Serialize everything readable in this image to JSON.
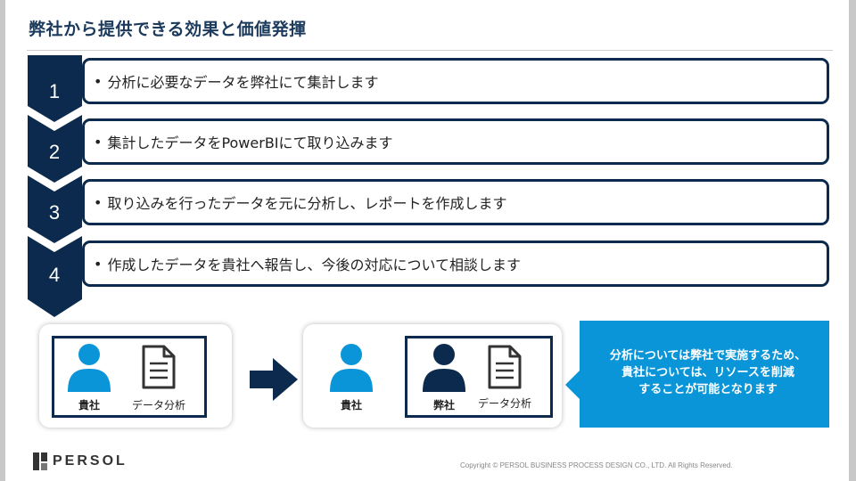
{
  "title": "弊社から提供できる効果と価値発揮",
  "steps": [
    {
      "number": "1",
      "text": "分析に必要なデータを弊社にて集計します"
    },
    {
      "number": "2",
      "text": "集計したデータをPowerBIにて取り込みます"
    },
    {
      "number": "3",
      "text": "取り込みを行ったデータを元に分析し、レポートを作成します"
    },
    {
      "number": "4",
      "text": "作成したデータを貴社へ報告し、今後の対応について相談します"
    }
  ],
  "bullet": "•",
  "before": {
    "client_label": "貴社",
    "analysis_label": "データ分析"
  },
  "after": {
    "client_label": "貴社",
    "vendor_label": "弊社",
    "analysis_label": "データ分析"
  },
  "callout": {
    "lines": [
      "分析については弊社で実施するため、",
      "貴社については、リソースを削減",
      "することが可能となります"
    ]
  },
  "logo": {
    "text": "PERSOL"
  },
  "copyright": "Copyright © PERSOL BUSINESS PROCESS DESIGN CO., LTD. All Rights Reserved.",
  "colors": {
    "navy": "#0c2a4d",
    "accent_blue": "#0a95d8",
    "title": "#1b3a5c"
  }
}
